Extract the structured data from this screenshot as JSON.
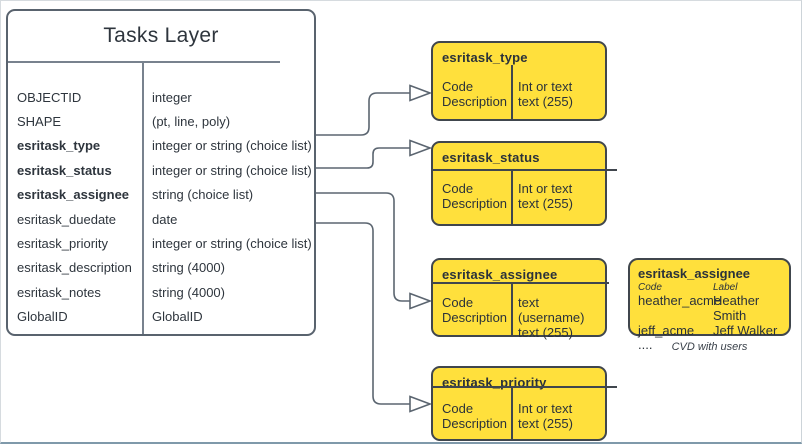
{
  "table": {
    "title": "Tasks Layer",
    "rows": [
      {
        "name": "OBJECTID",
        "type": "integer"
      },
      {
        "name": "SHAPE",
        "type": "(pt, line, poly)"
      },
      {
        "name": "esritask_type",
        "type": "integer or string (choice list)"
      },
      {
        "name": "esritask_status",
        "type": "integer or string (choice list)"
      },
      {
        "name": "esritask_assignee",
        "type": "string (choice list)"
      },
      {
        "name": "esritask_duedate",
        "type": "date"
      },
      {
        "name": "esritask_priority",
        "type": "integer or string (choice list)"
      },
      {
        "name": "esritask_description",
        "type": "string (4000)"
      },
      {
        "name": "esritask_notes",
        "type": "string (4000)"
      },
      {
        "name": "GlobalID",
        "type": "GlobalID"
      }
    ]
  },
  "domains": [
    {
      "title": "esritask_type",
      "left": [
        "Code",
        "Description"
      ],
      "right": [
        "Int or text",
        "text (255)"
      ]
    },
    {
      "title": "esritask_status",
      "left": [
        "Code",
        "Description"
      ],
      "right": [
        "Int or text",
        "text (255)"
      ]
    },
    {
      "title": "esritask_assignee",
      "left": [
        "Code",
        "Description"
      ],
      "right": [
        "text  (username)",
        "text (255)"
      ]
    },
    {
      "title": "esritask_priority",
      "left": [
        "Code",
        "Description"
      ],
      "right": [
        "Int or text",
        "text (255)"
      ]
    }
  ],
  "cvd": {
    "title": "esritask_assignee",
    "col_headers": [
      "Code",
      "Label"
    ],
    "rows": [
      {
        "code": "heather_acme",
        "label": "Heather Smith"
      },
      {
        "code": "jeff_acme",
        "label": "Jeff Walker"
      }
    ],
    "ellipsis": "....",
    "caption": "CVD with users"
  },
  "colors": {
    "domain_fill": "#ffe03c",
    "domain_border": "#40464d",
    "table_border": "#59636e",
    "connector": "#5b6570",
    "text": "#2e353d",
    "frame_bottom": "#7f99aa"
  }
}
